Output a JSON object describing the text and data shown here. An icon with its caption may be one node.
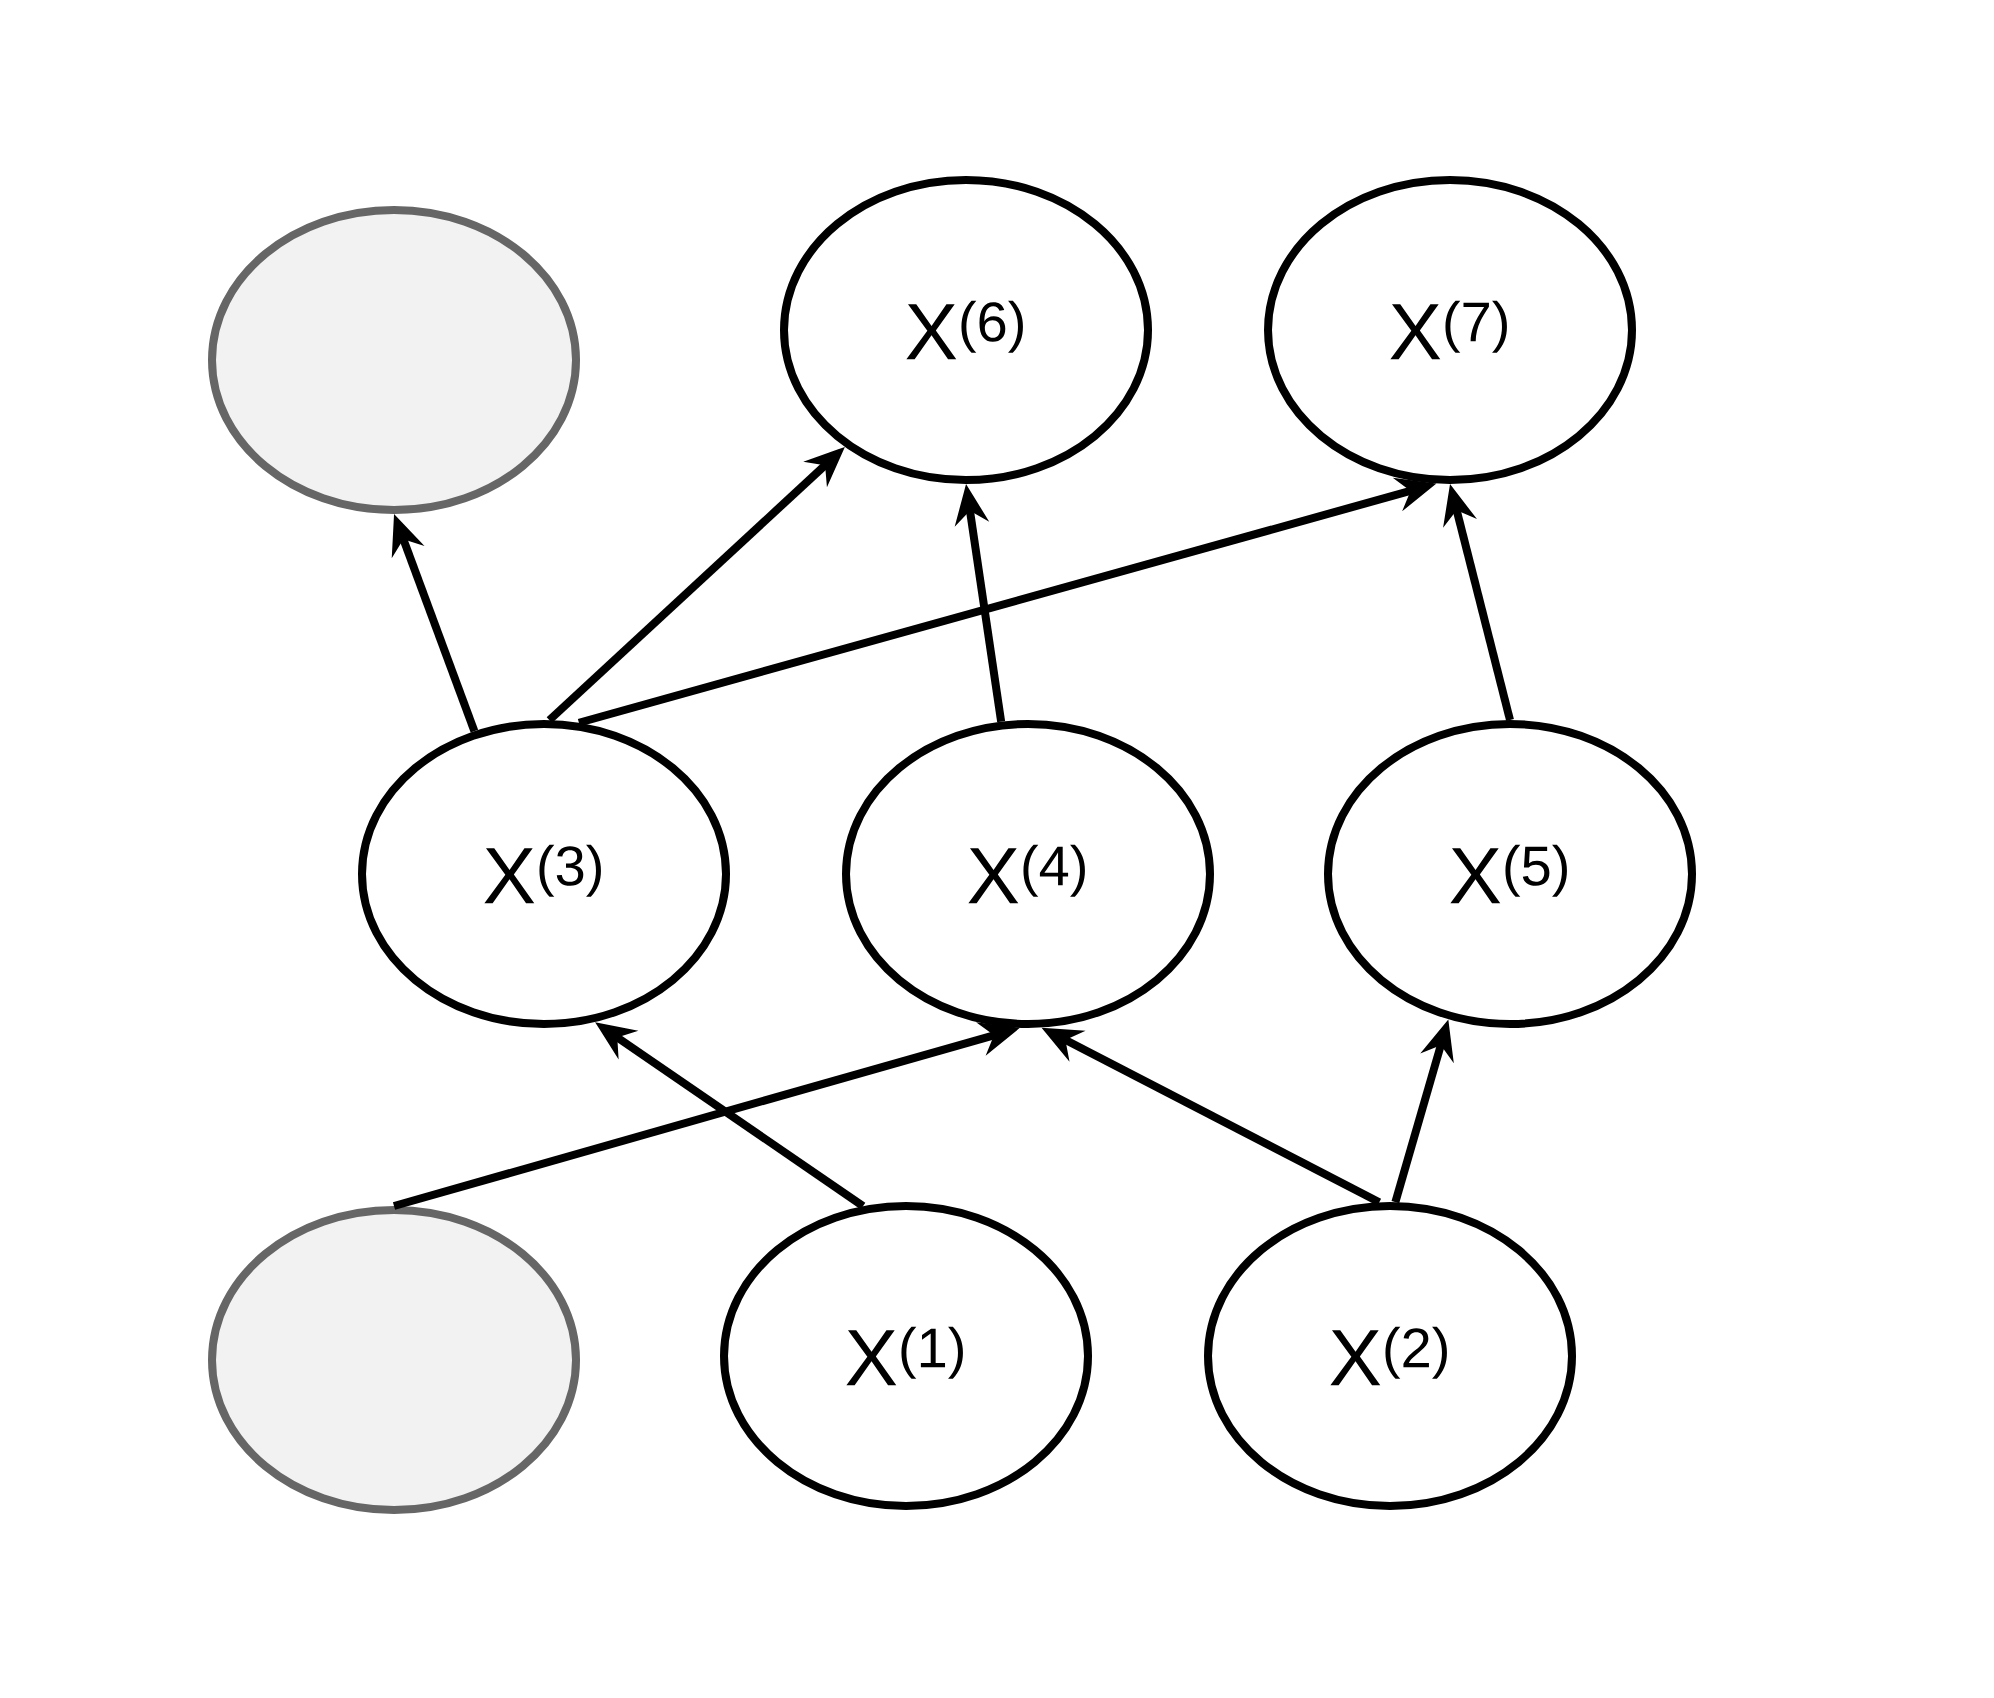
{
  "diagram": {
    "nodes": [
      {
        "text": [],
        "shape": "circle"
      },
      {
        "text": [
          "X$^{(6)}$"
        ]
      },
      {
        "text": [
          "X$^{(7)}$"
        ]
      },
      {
        "text": [
          "X$^{(3)}$"
        ]
      },
      {
        "text": [
          "X$^{(4)}$"
        ]
      },
      {
        "text": [
          "X$^{(5)}$"
        ]
      },
      {
        "text": [],
        "shape": "circle"
      },
      {
        "text": [
          "X$^{(1)}$"
        ]
      },
      {
        "text": [
          "X$^{(2)}$"
        ]
      }
    ],
    "edges": [
      {
        "from": 3,
        "to": 0,
        "arrow": "to"
      },
      {
        "from": 3,
        "to": 1,
        "arrow": "to"
      },
      {
        "from": 3,
        "to": 2,
        "arrow": "to"
      },
      {
        "from": 4,
        "to": 1,
        "arrow": "to"
      },
      {
        "from": 5,
        "to": 2,
        "arrow": "to"
      },
      {
        "from": 7,
        "to": 3,
        "arrow": "to"
      },
      {
        "from": 6,
        "to": 4,
        "arrow": "to"
      },
      {
        "from": 8,
        "to": 4,
        "arrow": "to"
      },
      {
        "from": 8,
        "to": 5,
        "arrow": "to"
      }
    ]
  }
}
